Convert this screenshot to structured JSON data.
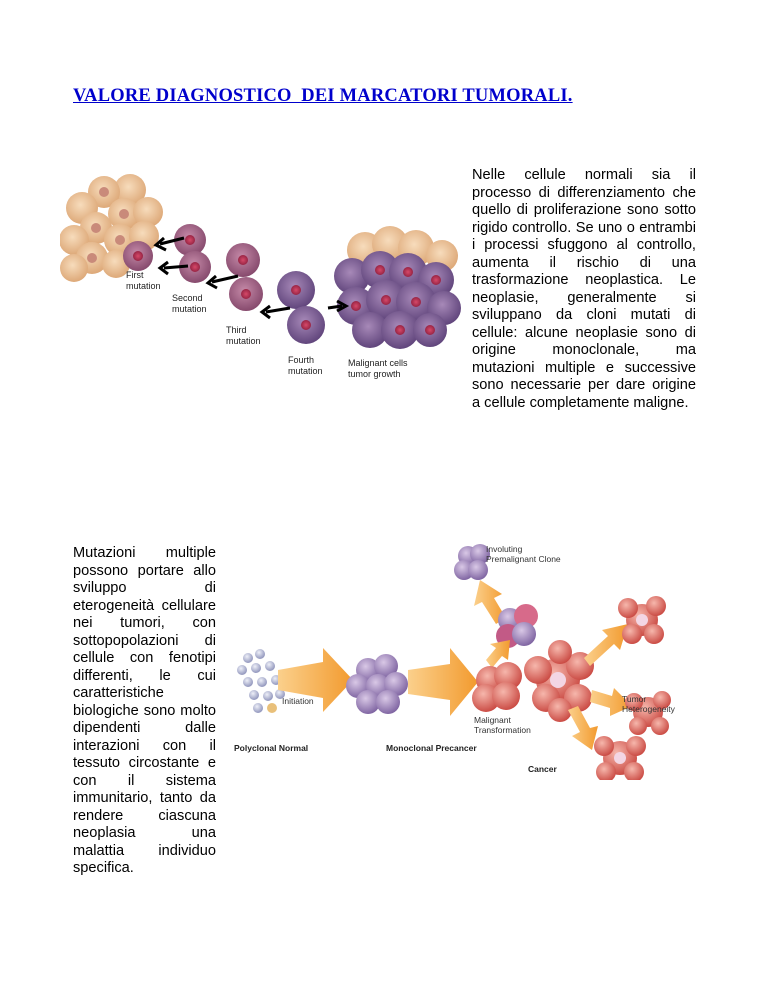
{
  "page": {
    "title": "VALORE DIAGNOSTICO  DEI MARCATORI TUMORALI.",
    "paragraph1": "Nelle cellule normali sia il processo di differenziamento che quello di proliferazione sono sotto rigido controllo. Se uno o entrambi i processi sfuggono al controllo, aumenta il rischio di una trasformazione neoplastica. Le neoplasie, generalmente si sviluppano da cloni mutati di cellule: alcune neoplasie sono di origine monoclonale, ma mutazioni multiple e successive sono necessarie per dare origine a cellule completamente maligne.",
    "paragraph2": "Mutazioni multiple possono portare allo sviluppo di eterogeneità cellulare nei tumori, con sottopopolazioni di cellule con fenotipi differenti, le cui caratteristiche biologiche sono molto dipendenti dalle interazioni con il tessuto circostante e con il sistema immunitario, tanto da rendere ciascuna neoplasia una malattia individuo specifica."
  },
  "figure1": {
    "labels": {
      "first": [
        "First",
        "mutation"
      ],
      "second": [
        "Second",
        "mutation"
      ],
      "third": [
        "Third",
        "mutation"
      ],
      "fourth": [
        "Fourth",
        "mutation"
      ],
      "malignant": [
        "Malignant cells",
        "tumor growth"
      ]
    }
  },
  "figure2": {
    "labels": {
      "involuting": [
        "Involuting",
        "Premalignant Clone"
      ],
      "initiation": "Initiation",
      "tumor_het": [
        "Tumor",
        "Heterogeneity"
      ],
      "malignant_tr": [
        "Malignant",
        "Transformation"
      ],
      "polyclonal": "Polyclonal Normal",
      "monoclonal": "Monoclonal Precancer",
      "cancer": "Cancer"
    }
  },
  "colors": {
    "title": "#0000cc",
    "normal_cell": "#e7b889",
    "mutated_cell": "#93527a",
    "malignant_cell": "#6e4a86",
    "cancer_cell": "#e0665f",
    "arrow_orange": "#f4a53a"
  }
}
